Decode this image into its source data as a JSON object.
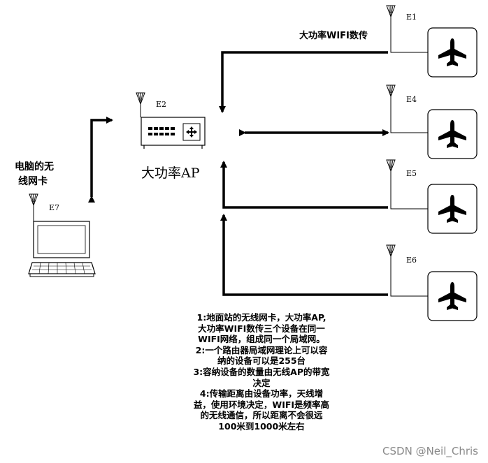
{
  "diagram": {
    "link_label": "大功率WIFI数传",
    "ap": {
      "name": "大功率AP",
      "antenna_tag": "E2"
    },
    "pc": {
      "label_line1": "电脑的无",
      "label_line2": "线网卡",
      "antenna_tag": "E7"
    },
    "drones": [
      {
        "antenna_tag": "E1"
      },
      {
        "antenna_tag": "E4"
      },
      {
        "antenna_tag": "E5"
      },
      {
        "antenna_tag": "E6"
      }
    ],
    "notes": [
      "1:地面站的无线网卡，大功率AP,",
      "大功率WIFI数传三个设备在同一",
      "WIFI网络，组成同一个局域网。",
      "2:一个路由器局域网理论上可以容",
      "纳的设备可以是255台",
      "3:容纳设备的数量由无线AP的带宽",
      "决定",
      "4:传输距离由设备功率，天线增",
      "益，使用环境决定，WIFI是频率高",
      "的无线通信，所以距离不会很远",
      "100米到1000米左右"
    ],
    "watermark": "CSDN @Neil_Chris"
  }
}
